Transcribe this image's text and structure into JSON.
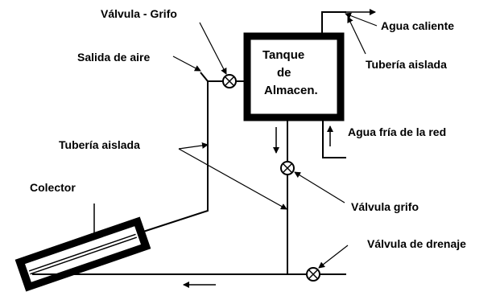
{
  "labels": {
    "valvula_grifo_top": "Válvula - Grifo",
    "salida_de_aire": "Salida de aire",
    "tanque_l1": "Tanque",
    "tanque_l2": "de",
    "tanque_l3": "Almacen.",
    "agua_caliente": "Agua caliente",
    "tuberia_aislada_right": "Tubería aislada",
    "agua_fria": "Agua fría de la red",
    "tuberia_aislada_left": "Tubería aislada",
    "colector": "Colector",
    "valvula_grifo_mid": "Válvula grifo",
    "valvula_drenaje": "Válvula de drenaje"
  },
  "colors": {
    "line": "#000000",
    "background": "#ffffff"
  }
}
